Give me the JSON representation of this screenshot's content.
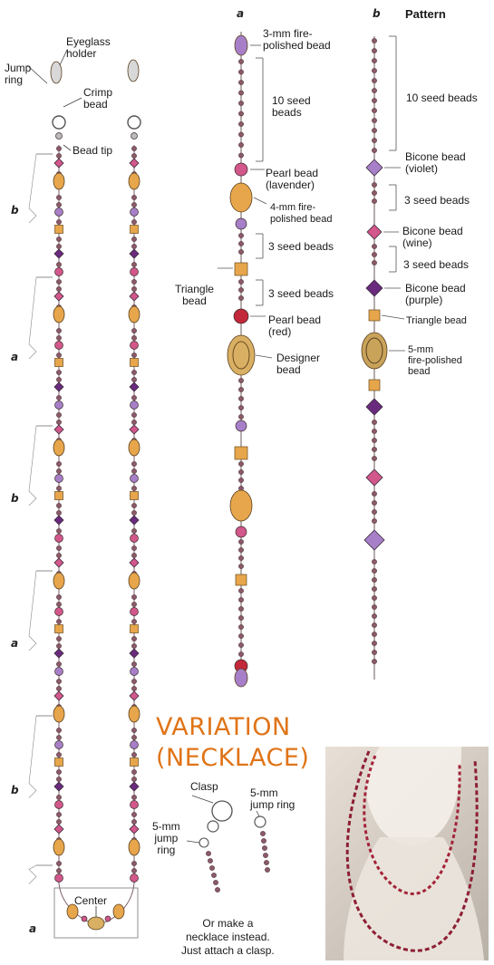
{
  "labels": {
    "eyeglass_holder": "Eyeglass\nholder",
    "jump_ring": "Jump\nring",
    "crimp_bead": "Crimp\nbead",
    "bead_tip": "Bead tip",
    "center": "Center",
    "col_a_header": "a",
    "col_b_header": "b",
    "pattern": "Pattern",
    "fire_polished_3mm": "3-mm fire-\npolished bead",
    "seed_10_a": "10 seed\nbeads",
    "pearl_lavender": "Pearl bead\n(lavender)",
    "fire_polished_4mm": "4-mm fire-\npolished bead",
    "seed_3_a1": "3 seed beads",
    "triangle_a": "Triangle\nbead",
    "seed_3_a2": "3 seed beads",
    "pearl_red": "Pearl bead\n(red)",
    "designer": "Designer\nbead",
    "seed_10_b": "10 seed beads",
    "bicone_violet": "Bicone bead\n(violet)",
    "seed_3_b1": "3 seed beads",
    "bicone_wine": "Bicone bead\n(wine)",
    "seed_3_b2": "3 seed beads",
    "bicone_purple": "Bicone bead\n(purple)",
    "triangle_b": "Triangle bead",
    "fire_polished_5mm": "5-mm\nfire-polished\nbead",
    "variation_title_1": "VARIATION",
    "variation_title_2": "(NECKLACE)",
    "clasp": "Clasp",
    "jump_ring_5mm_right": "5-mm\njump ring",
    "jump_ring_5mm_left": "5-mm\njump\nring",
    "caption": "Or make a\nnecklace instead.\nJust attach a clasp."
  },
  "segments_left": [
    "b",
    "a",
    "b",
    "a",
    "b",
    "a"
  ],
  "colors": {
    "orange_title": "#e07418",
    "purple": "#6a2b7e",
    "violet": "#a77fc8",
    "pink": "#d2578b",
    "amber": "#e7a64b",
    "seed": "#8c5a68",
    "red": "#c2283a"
  }
}
